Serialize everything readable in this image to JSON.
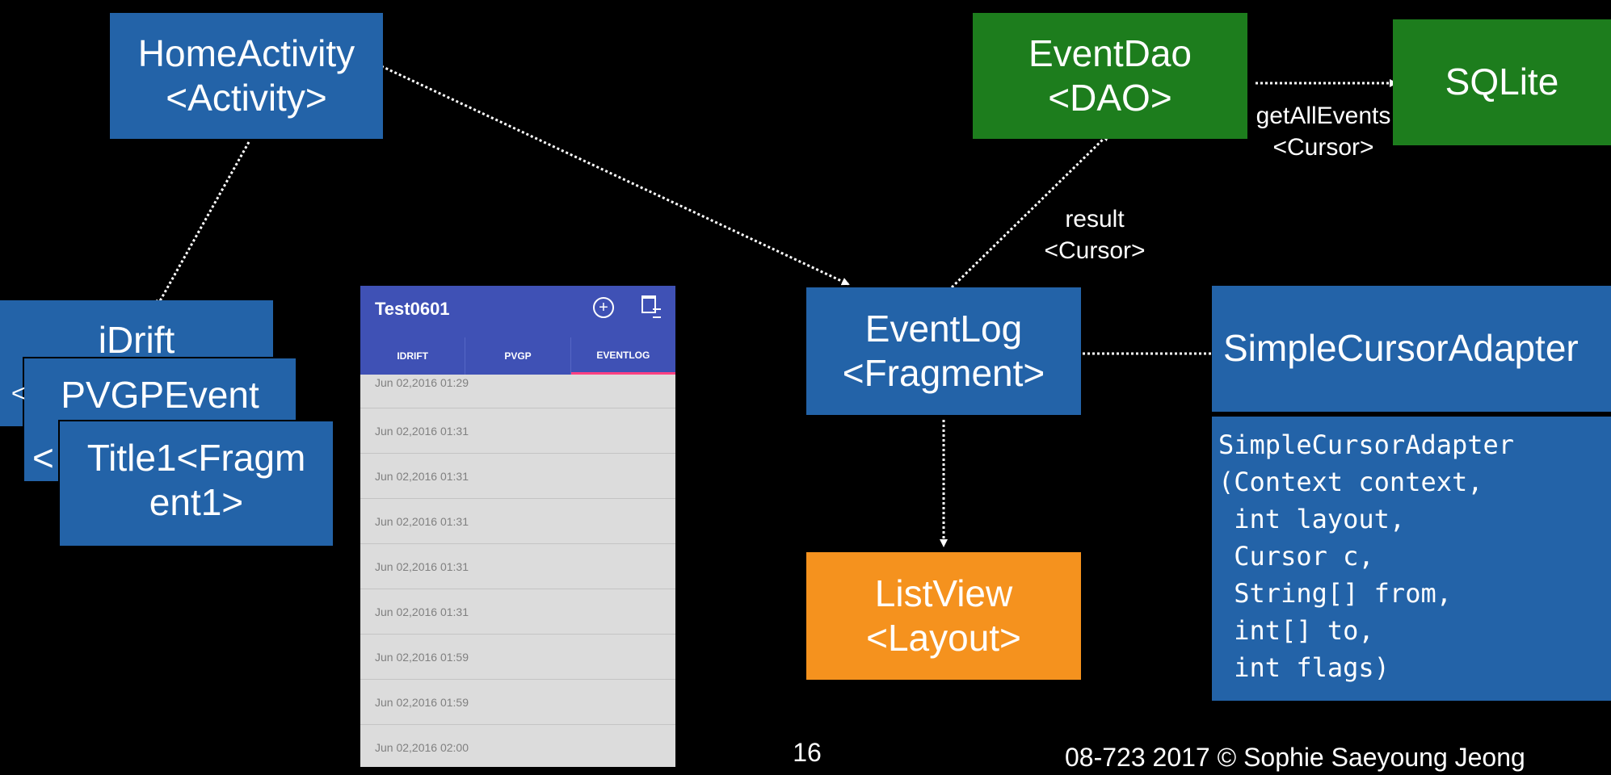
{
  "boxes": {
    "home_activity": [
      "HomeActivity",
      "<Activity>"
    ],
    "event_dao": [
      "EventDao",
      "<DAO>"
    ],
    "sqlite": "SQLite",
    "idrift": "iDrift",
    "pvgp": "PVGPEvent",
    "pvgp_prefix": "<",
    "title1_prefix": "<",
    "title1": [
      "Title1<Fragm",
      "ent1>"
    ],
    "event_log": [
      "EventLog",
      "<Fragment>"
    ],
    "simple_cursor_adapter": "SimpleCursorAdapter",
    "list_view": [
      "ListView",
      "<Layout>"
    ]
  },
  "labels": {
    "get_all_events": [
      "getAllEvents",
      "<Cursor>"
    ],
    "result": [
      "result",
      "<Cursor>"
    ]
  },
  "code": [
    "SimpleCursorAdapter",
    "(Context context,",
    " int layout,",
    " Cursor c,",
    " String[] from,",
    " int[] to,",
    " int flags)"
  ],
  "phone": {
    "title": "Test0601",
    "add_icon": "plus-circle-icon",
    "calendar_icon": "calendar-list-icon",
    "tabs": [
      "IDRIFT",
      "PVGP",
      "EVENTLOG"
    ],
    "active_tab": "EVENTLOG",
    "rows": [
      "Jun 02,2016 01:29",
      "Jun 02,2016 01:31",
      "Jun 02,2016 01:31",
      "Jun 02,2016 01:31",
      "Jun 02,2016 01:31",
      "Jun 02,2016 01:31",
      "Jun 02,2016 01:59",
      "Jun 02,2016 01:59",
      "Jun 02,2016 02:00"
    ]
  },
  "footer": {
    "page_number": "16",
    "credit": "08-723 2017 © Sophie Saeyoung Jeong"
  },
  "colors": {
    "blue_box": "#2363a8",
    "green_box": "#1d7d1d",
    "orange_box": "#f5921e",
    "phone_bar": "#3f51b5",
    "active_tab_underline": "#ff4081"
  }
}
